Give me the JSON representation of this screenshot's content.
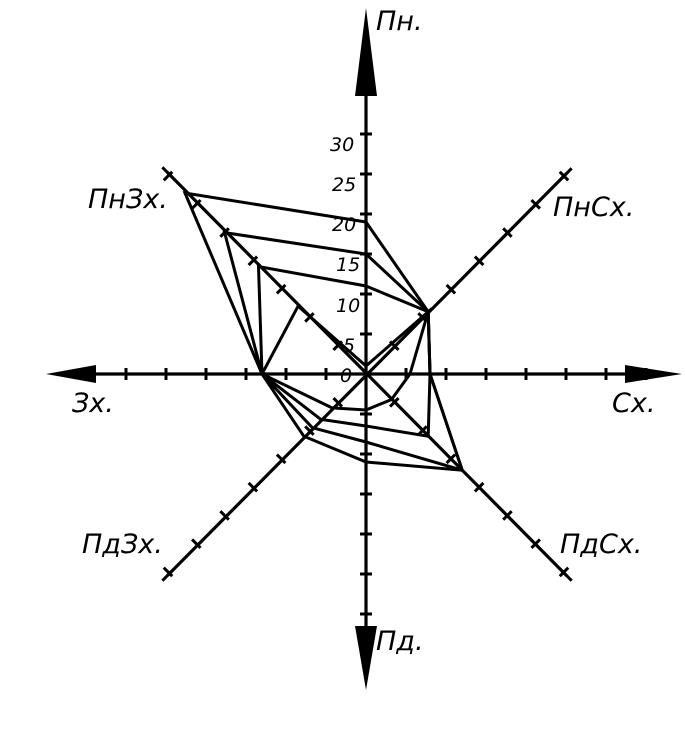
{
  "directions": {
    "north": "Пн.",
    "south": "Пд.",
    "east": "Сх.",
    "west": "Зх.",
    "north_east": "ПнСх.",
    "north_west": "ПнЗх.",
    "south_east": "ПдСх.",
    "south_west": "ПдЗх."
  },
  "scale_labels": [
    "0",
    "5",
    "10",
    "15",
    "20",
    "25",
    "30"
  ],
  "chart_data": {
    "type": "radar",
    "axes": [
      "Пн.",
      "ПнСх.",
      "Сх.",
      "ПдСх.",
      "Пд.",
      "ПдЗх.",
      "Зх.",
      "ПнЗх."
    ],
    "scale_max": 30,
    "scale_step": 5,
    "series": [
      {
        "values": [
          19,
          11,
          8,
          17,
          11,
          11,
          13,
          32
        ]
      },
      {
        "values": [
          15,
          11,
          8,
          17,
          8.5,
          9.5,
          13,
          25
        ]
      },
      {
        "values": [
          11,
          11,
          8,
          11,
          6.5,
          8,
          13,
          19
        ]
      },
      {
        "values": [
          1,
          11,
          5.5,
          4.5,
          4.5,
          6,
          13,
          12
        ]
      }
    ]
  }
}
